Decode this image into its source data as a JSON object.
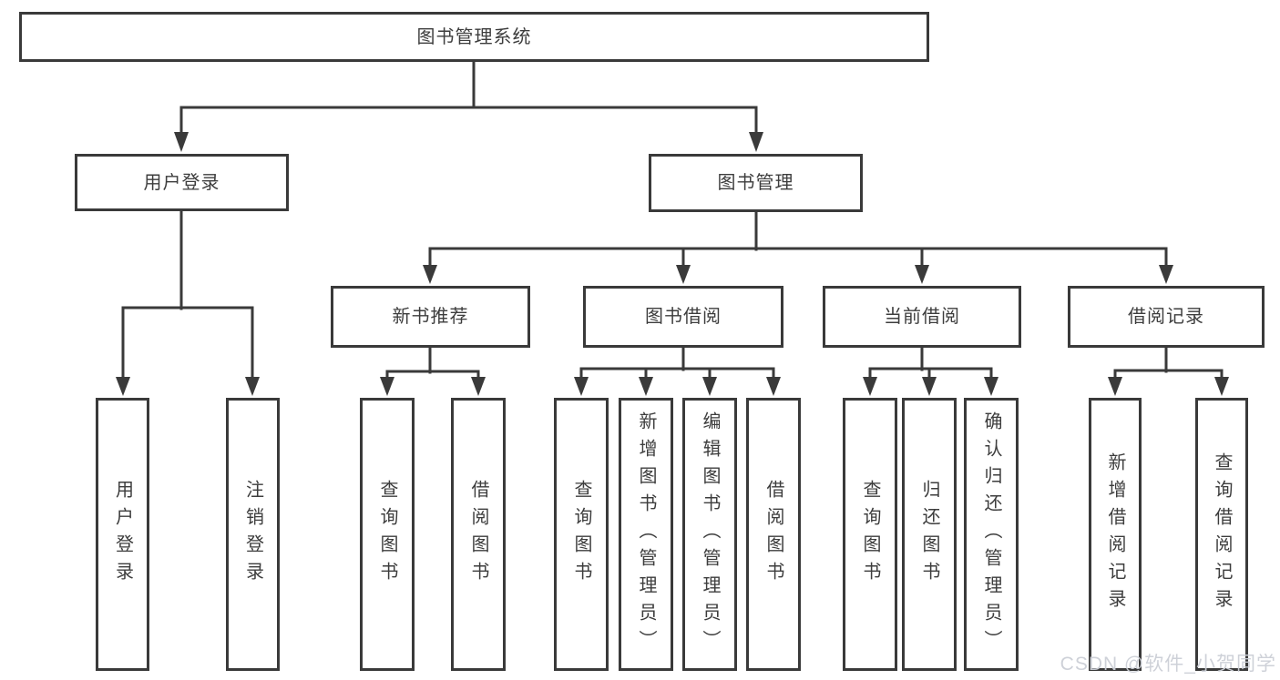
{
  "diagram_title": "图书管理系统",
  "nodes": {
    "root": {
      "label": "图书管理系统"
    },
    "level2": [
      {
        "label": "用户登录"
      },
      {
        "label": "图书管理"
      }
    ],
    "level3": [
      {
        "label": "新书推荐"
      },
      {
        "label": "图书借阅"
      },
      {
        "label": "当前借阅"
      },
      {
        "label": "借阅记录"
      }
    ],
    "leaves": [
      {
        "label": "用户登录"
      },
      {
        "label": "注销登录"
      },
      {
        "label": "查询图书"
      },
      {
        "label": "借阅图书"
      },
      {
        "label": "查询图书"
      },
      {
        "label": "新增图书（管理员）"
      },
      {
        "label": "编辑图书（管理员）"
      },
      {
        "label": "借阅图书"
      },
      {
        "label": "查询图书"
      },
      {
        "label": "归还图书"
      },
      {
        "label": "确认归还（管理员）"
      },
      {
        "label": "新增借阅记录"
      },
      {
        "label": "查询借阅记录"
      }
    ]
  },
  "watermark": "CSDN @软件_小贺同学",
  "colors": {
    "line": "#3a3a3a",
    "text": "#3d3d3d",
    "background": "#ffffff",
    "watermark": "#cbcfd6"
  }
}
